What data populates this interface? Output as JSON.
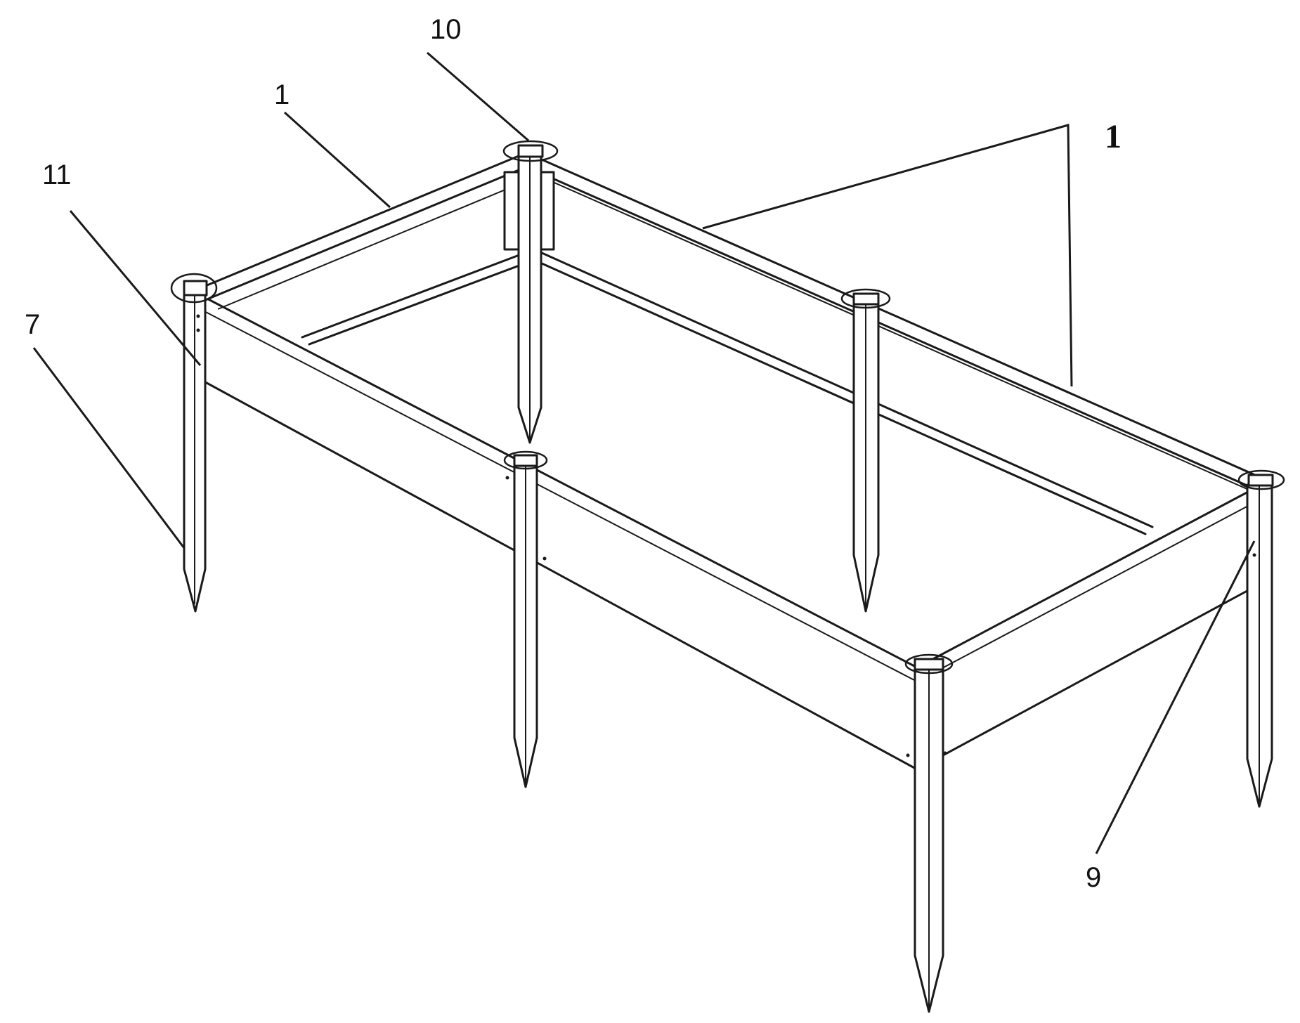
{
  "labels": {
    "l10": "10",
    "l1_left": "1",
    "l1_right": "1",
    "l11": "11",
    "l7": "7",
    "l9": "9"
  }
}
